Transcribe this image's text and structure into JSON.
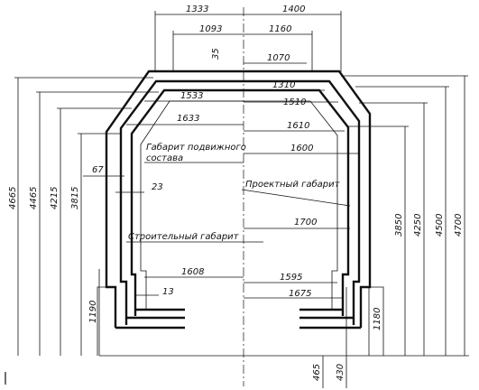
{
  "dimensions": {
    "top_left_1333": "1333",
    "top_right_1400": "1400",
    "left_1093": "1093",
    "right_1160": "1160",
    "small_35": "35",
    "right_1070": "1070",
    "right_1310": "1310",
    "left_1533": "1533",
    "right_1510": "1510",
    "left_1633": "1633",
    "right_1610": "1610",
    "left_67": "67",
    "right_1600": "1600",
    "left_23": "23",
    "right_1700": "1700",
    "left_1608": "1608",
    "right_1595": "1595",
    "small_13": "13",
    "right_1675": "1675",
    "v_4665": "4665",
    "v_4465": "4465",
    "v_4215": "4215",
    "v_3815": "3815",
    "v_1190": "1190",
    "v_3850": "3850",
    "v_4250": "4250",
    "v_4500": "4500",
    "v_4700": "4700",
    "v_1180": "1180",
    "bottom_465": "465",
    "bottom_430": "430"
  },
  "labels": {
    "rolling_stock_line1": "Габарит подвижного",
    "rolling_stock_line2": "состава",
    "design_clearance": "Проектный габарит",
    "construction_clearance": "Строительный габарит"
  },
  "colors": {
    "ink": "#111111",
    "background": "#ffffff"
  }
}
